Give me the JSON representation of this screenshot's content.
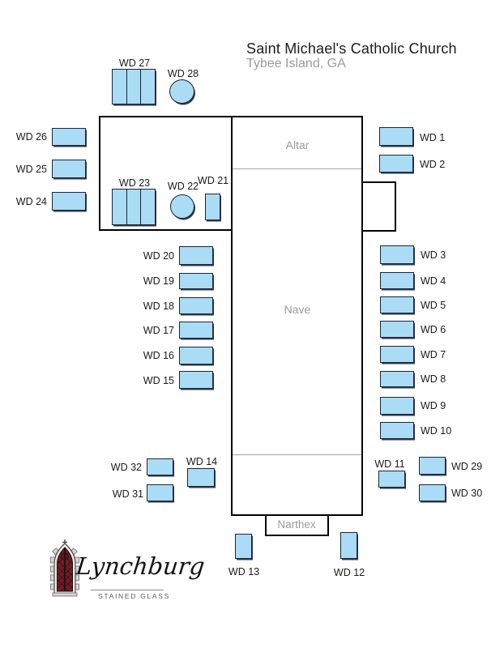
{
  "header": {
    "title": "Saint Michael's Catholic Church",
    "subtitle": "Tybee Island, GA"
  },
  "areas": {
    "altar": "Altar",
    "nave": "Nave",
    "narthex": "Narthex"
  },
  "windows": {
    "wd1": "WD 1",
    "wd2": "WD 2",
    "wd3": "WD 3",
    "wd4": "WD 4",
    "wd5": "WD 5",
    "wd6": "WD 6",
    "wd7": "WD 7",
    "wd8": "WD 8",
    "wd9": "WD 9",
    "wd10": "WD 10",
    "wd11": "WD 11",
    "wd12": "WD 12",
    "wd13": "WD 13",
    "wd14": "WD 14",
    "wd15": "WD 15",
    "wd16": "WD 16",
    "wd17": "WD 17",
    "wd18": "WD 18",
    "wd19": "WD 19",
    "wd20": "WD 20",
    "wd21": "WD 21",
    "wd22": "WD 22",
    "wd23": "WD 23",
    "wd24": "WD 24",
    "wd25": "WD 25",
    "wd26": "WD 26",
    "wd27": "WD 27",
    "wd28": "WD 28",
    "wd29": "WD 29",
    "wd30": "WD 30",
    "wd31": "WD 31",
    "wd32": "WD 32"
  },
  "logo": {
    "name": "Lynchburg",
    "tagline": "STAINED GLASS"
  },
  "colors": {
    "window_fill": "#abdcf6",
    "window_border": "#1d2533",
    "wall": "#000000",
    "divider": "#a3a3a3",
    "label_text": "#1a1a1a",
    "area_text": "#9a9a9a",
    "logo_glass": "#6e1d26"
  }
}
